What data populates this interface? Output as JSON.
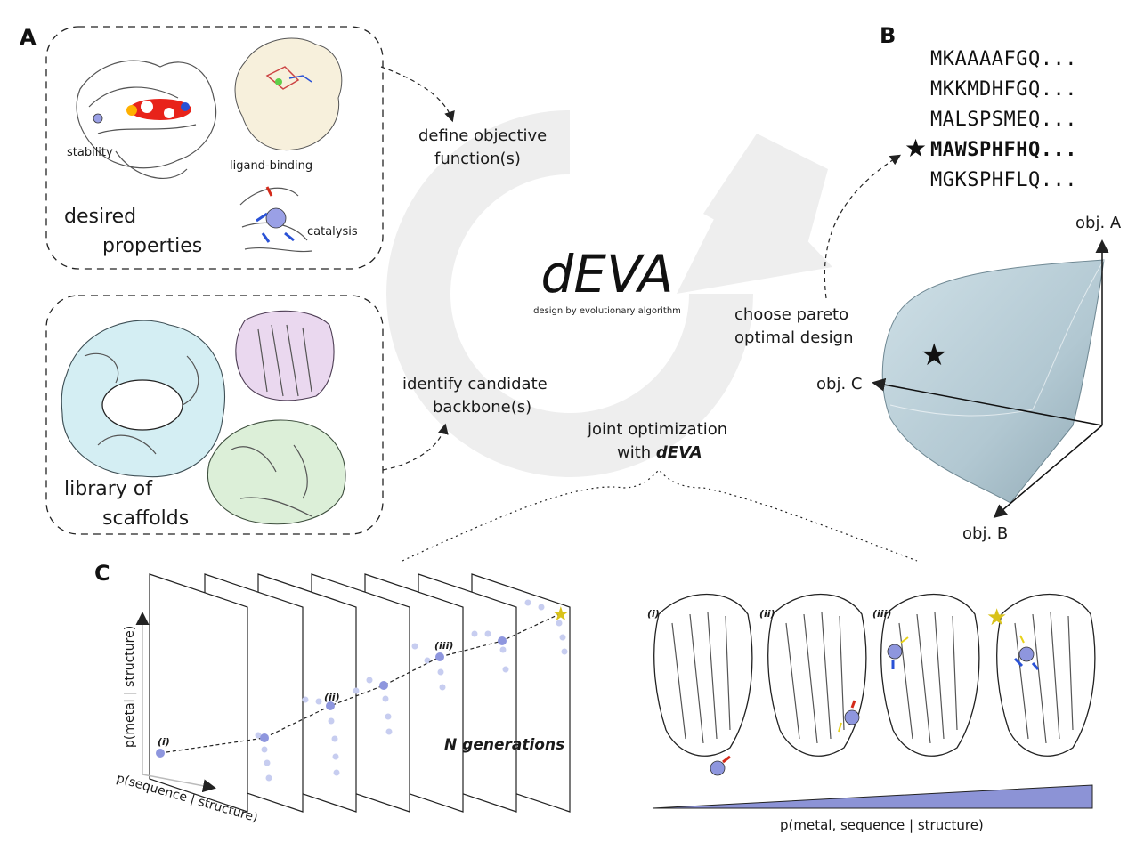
{
  "panels": {
    "a": "A",
    "b": "B",
    "c": "C"
  },
  "panel_a": {
    "properties_box": {
      "title_line1": "desired",
      "title_line2": "properties",
      "labels": {
        "stability": "stability",
        "ligand_binding": "ligand-binding",
        "catalysis": "catalysis"
      }
    },
    "scaffolds_box": {
      "title_line1": "library of",
      "title_line2": "scaffolds"
    },
    "step_define": {
      "line1": "define objective",
      "line2": "function(s)"
    },
    "step_identify": {
      "line1": "identify candidate",
      "line2": "backbone(s)"
    },
    "step_joint": {
      "line1": "joint optimization",
      "line2_prefix": "with ",
      "line2_bold": "dEVA"
    },
    "step_choose": {
      "line1": "choose pareto",
      "line2": "optimal design"
    }
  },
  "center": {
    "title": "dEVA",
    "subtitle": "design by evolutionary algorithm"
  },
  "panel_b": {
    "sequences": [
      {
        "text": "MKAAAAFGQ...",
        "selected": false
      },
      {
        "text": "MKKMDHFGQ...",
        "selected": false
      },
      {
        "text": "MALSPSMEQ...",
        "selected": false
      },
      {
        "text": "MAWSPHFHQ...",
        "selected": true
      },
      {
        "text": "MGKSPHFLQ...",
        "selected": false
      }
    ],
    "star_glyph": "★",
    "axes": {
      "a": "obj. A",
      "b": "obj. B",
      "c": "obj. C"
    }
  },
  "panel_c": {
    "y_axis_label": "p(metal | structure)",
    "x_axis_label": "p(sequence | structure)",
    "generations_label": "N generations",
    "trajectory_labels": [
      "(i)",
      "(ii)",
      "(iii)"
    ],
    "structure_labels": [
      "(i)",
      "(ii)",
      "(iii)"
    ],
    "gradient_label": "p(metal, sequence | structure)"
  },
  "colors": {
    "arrow_gray": "#eeeeee",
    "surface": "#b9cdd6",
    "dot": "#8e96de",
    "wedge": "#8c93d6",
    "star_yellow": "#d9c21a",
    "ligand_red": "#d42a1a"
  }
}
